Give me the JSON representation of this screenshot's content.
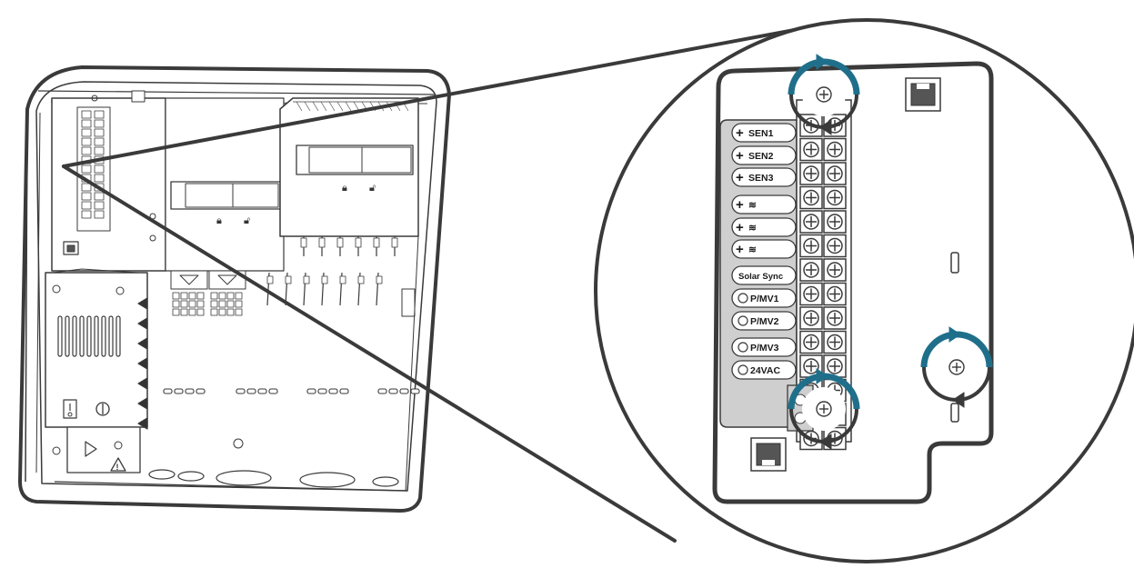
{
  "colors": {
    "outline": "#3a3a3a",
    "panel_fill": "#cfcfcf",
    "arrow": "#1f6f8b",
    "arrow_back": "#3a3a3a",
    "background": "#ffffff"
  },
  "terminal_labels": [
    {
      "text": "SEN1",
      "symbol": "plus"
    },
    {
      "text": "SEN2",
      "symbol": "plus"
    },
    {
      "text": "SEN3",
      "symbol": "plus"
    },
    {
      "text": "≋",
      "symbol": "plus"
    },
    {
      "text": "≋",
      "symbol": "plus"
    },
    {
      "text": "≋",
      "symbol": "plus"
    },
    {
      "text": "Solar Sync",
      "symbol": "none"
    },
    {
      "text": "P/MV1",
      "symbol": "circle"
    },
    {
      "text": "P/MV2",
      "symbol": "circle"
    },
    {
      "text": "P/MV3",
      "symbol": "circle"
    },
    {
      "text": "24VAC",
      "symbol": "circle"
    }
  ],
  "icons": {
    "rotation_arrows": "rotate-arrows-icon",
    "screw": "screw-icon",
    "rj45_port": "rj45-port-icon",
    "lock": "lock-icon",
    "unlock": "unlock-icon",
    "warning": "warning-icon",
    "power_switch": "power-switch-icon",
    "play": "play-icon"
  }
}
